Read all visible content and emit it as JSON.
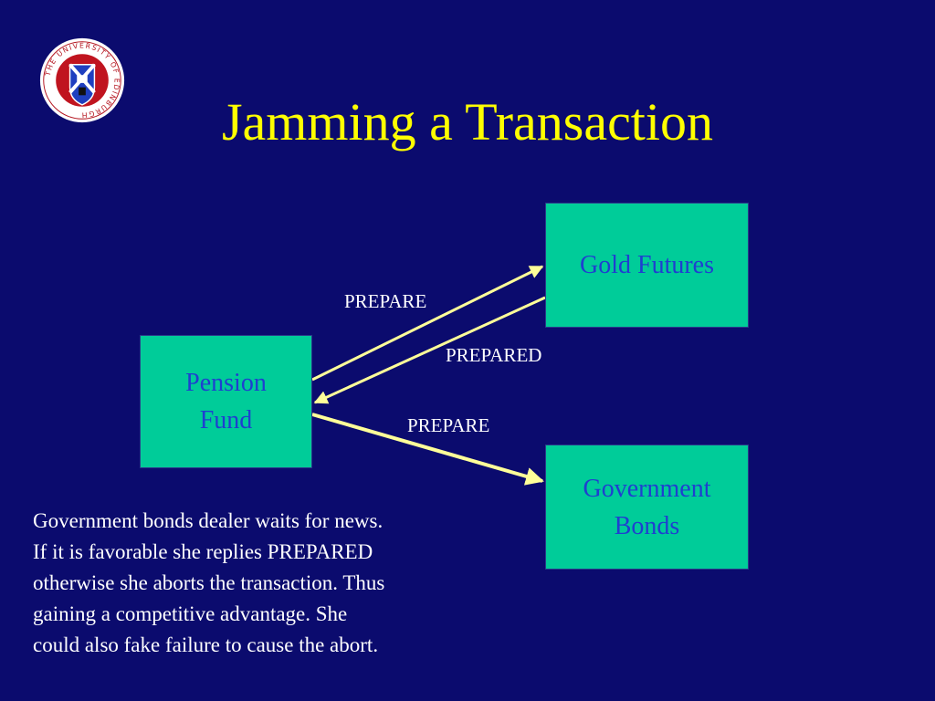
{
  "slide": {
    "title": "Jamming a Transaction",
    "logo": {
      "icon": "university-of-edinburgh-crest-icon",
      "ring_text": "THE UNIVERSITY OF EDINBURGH"
    }
  },
  "diagram": {
    "nodes": {
      "gold_futures": "Gold Futures",
      "pension_fund": "Pension\nFund",
      "government_bonds": "Government\nBonds"
    },
    "edges": {
      "prepare_to_gold": "PREPARE",
      "prepared_from_gold": "PREPARED",
      "prepare_to_bonds": "PREPARE"
    }
  },
  "note": {
    "lines": [
      "Government bonds dealer waits for news.",
      "If it is favorable she replies PREPARED",
      "otherwise she aborts the transaction. Thus",
      "gaining a competitive advantage. She",
      "could also fake failure to cause the abort."
    ]
  },
  "colors": {
    "background": "#0b0b6e",
    "title": "#ffff00",
    "box_fill": "#00cc99",
    "box_text": "#1f3fd0",
    "arrow": "#ffff99",
    "label_text": "#ffffff"
  }
}
